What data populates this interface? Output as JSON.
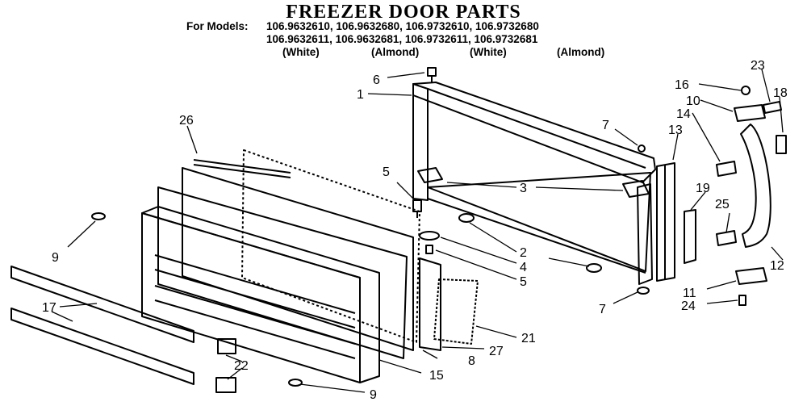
{
  "title": "FREEZER DOOR PARTS",
  "models_prefix": "For Models:",
  "models_row1": "106.9632610, 106.9632680, 106.9732610, 106.9732680",
  "models_row2": "106.9632611, 106.9632681, 106.9732611, 106.9732681",
  "finishes": [
    "(White)",
    "(Almond)",
    "(White)",
    "(Almond)"
  ],
  "callouts": [
    "1",
    "2",
    "3",
    "4",
    "5",
    "5",
    "6",
    "7",
    "7",
    "8",
    "9",
    "9",
    "10",
    "11",
    "12",
    "13",
    "14",
    "15",
    "16",
    "17",
    "18",
    "19",
    "21",
    "22",
    "23",
    "24",
    "25",
    "26",
    "27"
  ]
}
